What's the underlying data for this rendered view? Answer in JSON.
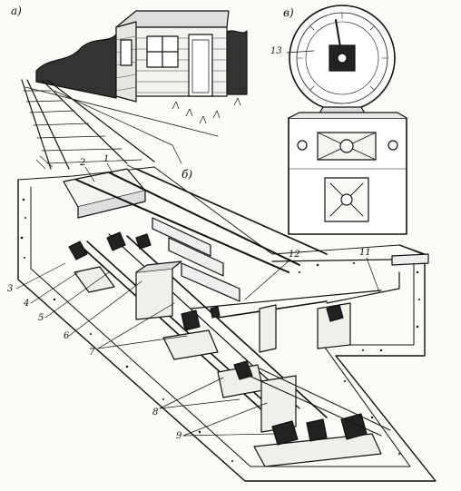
{
  "panels": {
    "a": "а)",
    "b": "б)",
    "v": "в)"
  },
  "callouts": [
    "1",
    "2",
    "3",
    "4",
    "5",
    "6",
    "7",
    "8",
    "9",
    "11",
    "12",
    "13"
  ],
  "colors": {
    "ink": "#111111",
    "paper": "#fbfbf8"
  }
}
